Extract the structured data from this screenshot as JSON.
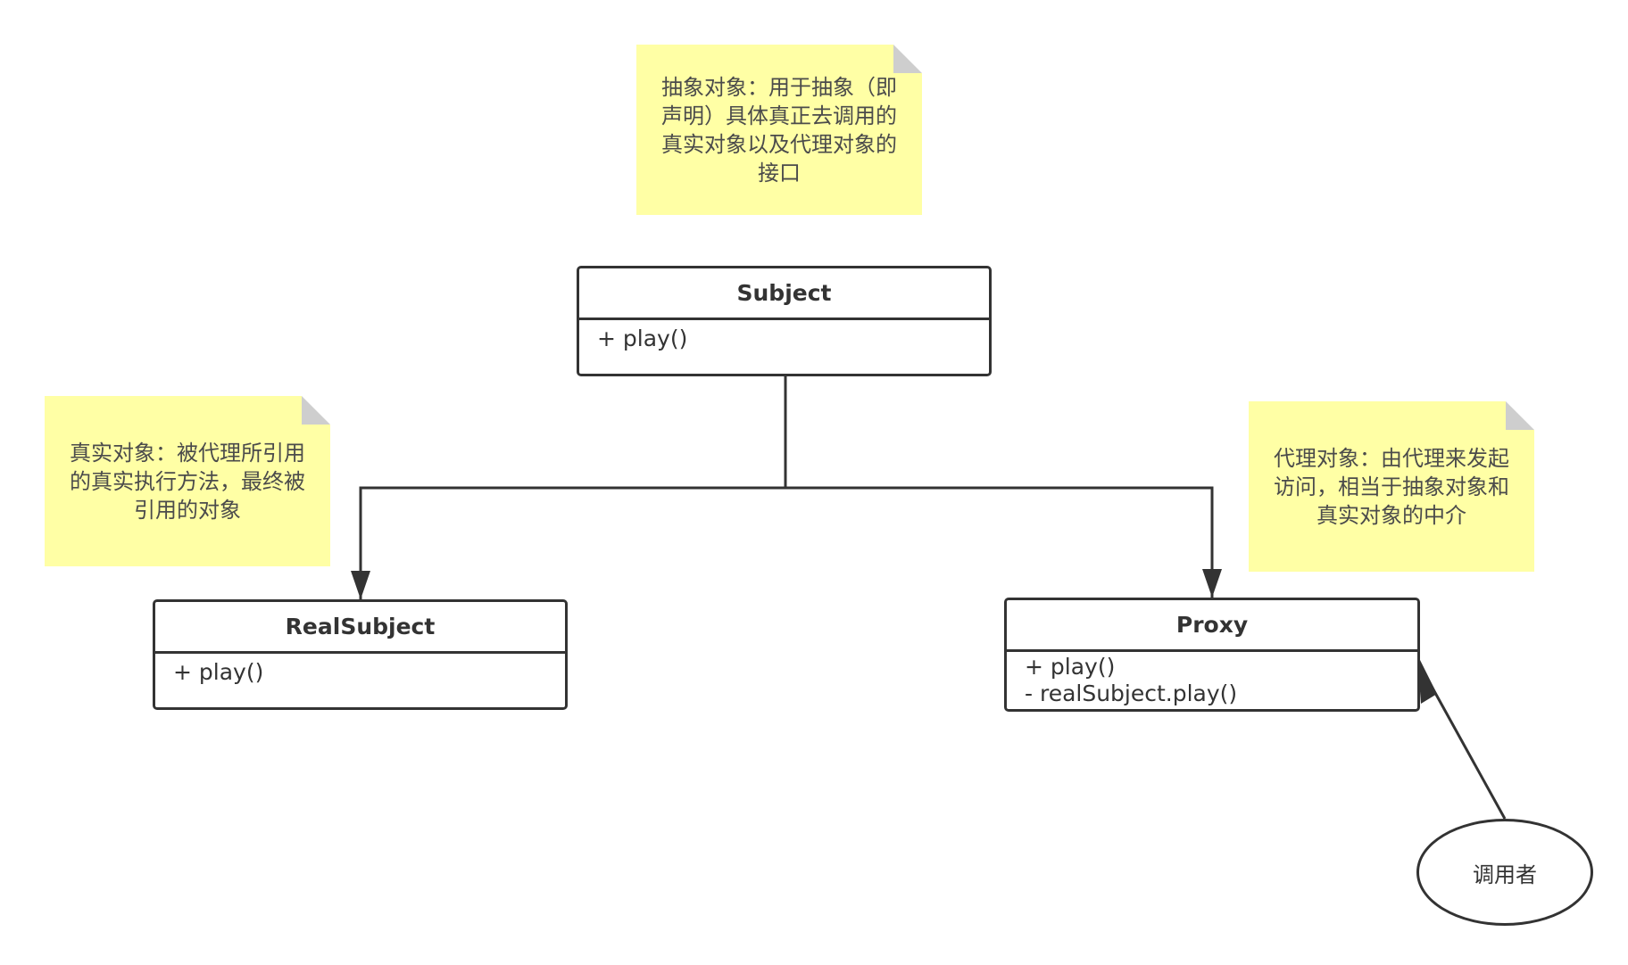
{
  "notes": {
    "subject_note": "抽象对象：用于抽象（即声明）具体真正去调用的真实对象以及代理对象的接口",
    "real_subject_note": "真实对象：被代理所引用的真实执行方法，最终被引用的对象",
    "proxy_note": "代理对象：由代理来发起访问，相当于抽象对象和真实对象的中介"
  },
  "classes": {
    "subject": {
      "name": "Subject",
      "operations": [
        "+ play()"
      ]
    },
    "real_subject": {
      "name": "RealSubject",
      "operations": [
        "+ play()"
      ]
    },
    "proxy": {
      "name": "Proxy",
      "operations": [
        "+ play()",
        "- realSubject.play()"
      ]
    }
  },
  "actor": {
    "label": "调用者"
  },
  "colors": {
    "note_fill": "#ffff99",
    "note_fold": "#c8c8c8",
    "stroke": "#333333",
    "background": "#ffffff"
  }
}
